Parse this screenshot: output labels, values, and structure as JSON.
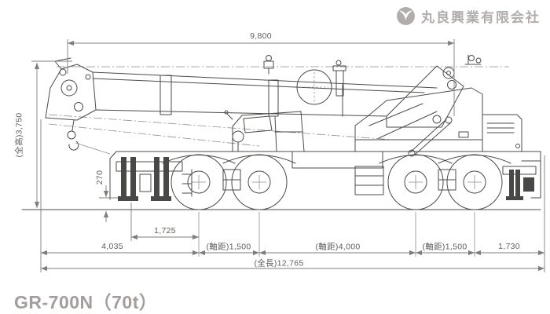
{
  "company": {
    "name": "丸良興業有限会社",
    "logo": "two-leaf-v-mark"
  },
  "model_title": "GR-700N（70t）",
  "colors": {
    "drawing_line": "#4b4b49",
    "dimension_line": "#7d7d7b",
    "dimension_text": "#5e5e5c",
    "brand_text": "#b2adab",
    "title_text": "#a39e9c",
    "background": "#ffffff"
  },
  "dims": {
    "boom_length": "9,800",
    "overall_height": "(全高)3,750",
    "ground_clearance": "270",
    "outrigger_to_axle1": "1,725",
    "front_overhang": "4,035",
    "wheelbase_axle1_2": "(軸距)1,500",
    "wheelbase_axle2_3": "(軸距)4,000",
    "wheelbase_axle3_4": "(軸距)1,500",
    "rear_overhang": "1,730",
    "overall_length": "(全長)12,765"
  }
}
